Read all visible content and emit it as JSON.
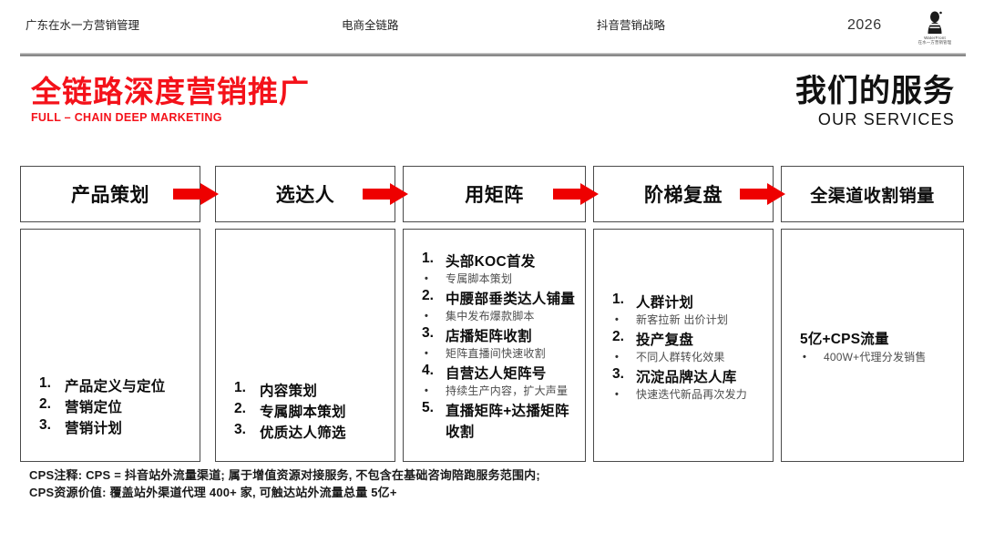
{
  "header": {
    "org": "广东在水一方营销管理",
    "topic": "电商全链路",
    "strategy": "抖音营销战略",
    "year": "2026",
    "logo_text_line1": "WaterFront",
    "logo_text_line2": "在水一方营销管理"
  },
  "titles": {
    "left_cn": "全链路深度营销推广",
    "left_en": "FULL – CHAIN DEEP MARKETING",
    "right_cn": "我们的服务",
    "right_en": "OUR SERVICES"
  },
  "colors": {
    "accent_red": "#f4121a",
    "arrow_red": "#ee0000",
    "text_dark": "#0d0d0d",
    "sub_text": "#4d4d4d",
    "border": "#4a4a4a"
  },
  "steps": [
    {
      "head": "产品策划",
      "items": [
        {
          "marker": "1.",
          "text": "产品定义与定位",
          "type": "main"
        },
        {
          "marker": "2.",
          "text": "营销定位",
          "type": "main"
        },
        {
          "marker": "3.",
          "text": "营销计划",
          "type": "main"
        }
      ]
    },
    {
      "head": "选达人",
      "items": [
        {
          "marker": "1.",
          "text": "内容策划",
          "type": "main"
        },
        {
          "marker": "2.",
          "text": "专属脚本策划",
          "type": "main"
        },
        {
          "marker": "3.",
          "text": "优质达人筛选",
          "type": "main"
        }
      ]
    },
    {
      "head": "用矩阵",
      "items": [
        {
          "marker": "1.",
          "text": "头部KOC首发",
          "type": "main"
        },
        {
          "marker": "•",
          "text": "专属脚本策划",
          "type": "sub"
        },
        {
          "marker": "2.",
          "text": "中腰部垂类达人铺量",
          "type": "main"
        },
        {
          "marker": "•",
          "text": "集中发布爆款脚本",
          "type": "sub"
        },
        {
          "marker": "3.",
          "text": "店播矩阵收割",
          "type": "main"
        },
        {
          "marker": "•",
          "text": "矩阵直播间快速收割",
          "type": "sub"
        },
        {
          "marker": "4.",
          "text": "自营达人矩阵号",
          "type": "main"
        },
        {
          "marker": "•",
          "text": "持续生产内容，扩大声量",
          "type": "sub"
        },
        {
          "marker": "5.",
          "text": "直播矩阵+达播矩阵",
          "type": "main"
        },
        {
          "marker": "",
          "text": "收割",
          "type": "cont"
        }
      ]
    },
    {
      "head": "阶梯复盘",
      "items": [
        {
          "marker": "1.",
          "text": "人群计划",
          "type": "main"
        },
        {
          "marker": "•",
          "text": "新客拉新 出价计划",
          "type": "sub"
        },
        {
          "marker": "2.",
          "text": "投产复盘",
          "type": "main"
        },
        {
          "marker": "•",
          "text": "不同人群转化效果",
          "type": "sub"
        },
        {
          "marker": "3.",
          "text": "沉淀品牌达人库",
          "type": "main"
        },
        {
          "marker": "•",
          "text": "快速迭代新品再次发力",
          "type": "sub"
        }
      ]
    },
    {
      "head": "全渠道收割销量",
      "items": [
        {
          "marker": "",
          "text": "5亿+CPS流量",
          "type": "title"
        },
        {
          "marker": "•",
          "text": "400W+代理分发销售",
          "type": "sub"
        }
      ]
    }
  ],
  "footnotes": [
    "CPS注释: CPS = 抖音站外流量渠道; 属于增值资源对接服务, 不包含在基础咨询陪跑服务范围内;",
    "CPS资源价值: 覆盖站外渠道代理 400+ 家, 可触达站外流量总量 5亿+"
  ]
}
